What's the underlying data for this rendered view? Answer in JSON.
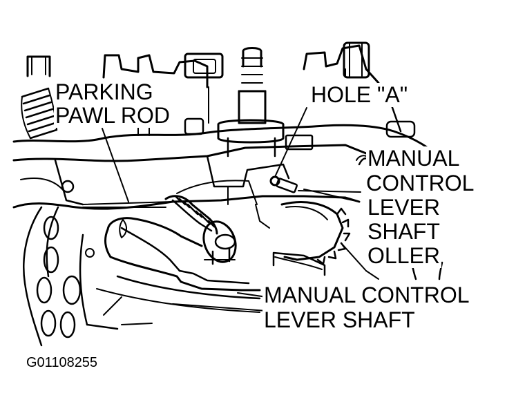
{
  "labels": {
    "parking_pawl_rod_line1": "PARKING",
    "parking_pawl_rod_line2": "PAWL ROD",
    "hole_a": "HOLE \"A\"",
    "mclsr_line1": "MANUAL",
    "mclsr_line2": "CONTROL",
    "mclsr_line3": "LEVER",
    "mclsr_line4": "SHAFT",
    "mclsr_line5": "OLLER",
    "mcls_line1": "MANUAL CONTROL",
    "mcls_line2": "LEVER SHAFT"
  },
  "figure_code": "G01108255"
}
